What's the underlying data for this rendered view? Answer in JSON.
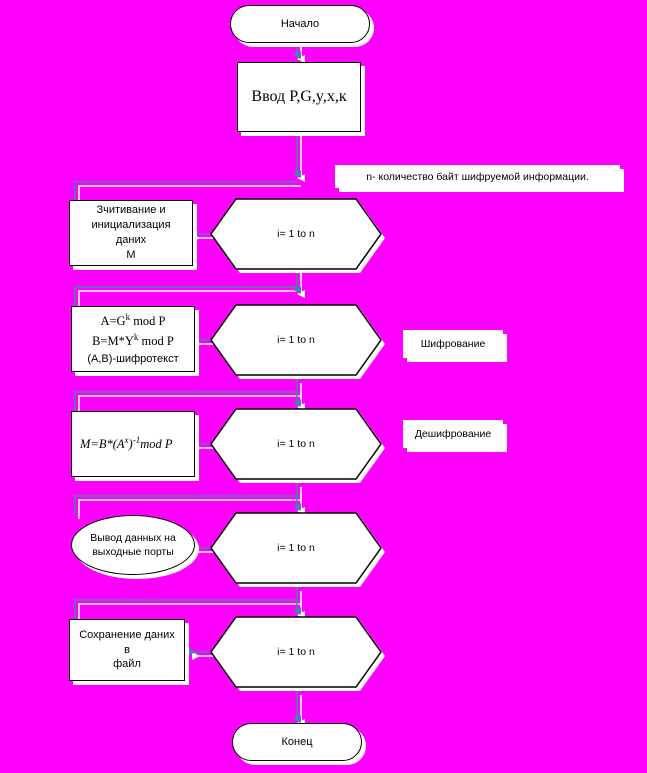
{
  "diagram": {
    "title": "Flowchart - ElGamal encryption/decryption algorithm",
    "background_color": "#FF00FF",
    "node_fill": "#FFFFFF",
    "node_stroke": "#000000",
    "connector_color": "#4682B4",
    "shadow_color": "#FFFFFF"
  },
  "nodes": {
    "start": {
      "label": "Начало",
      "shape": "terminal"
    },
    "input": {
      "label": "Ввод P,G,y,x,к",
      "shape": "process"
    },
    "read_init": {
      "label": "Зчитивание и инициализация даних М",
      "line1": "Зчитивание и",
      "line2": "инициализация даних",
      "line3": "М",
      "shape": "process"
    },
    "encrypt": {
      "line1": "A=G",
      "line1sup": "k",
      "line1rest": " mod P",
      "line2": "B=M*Y",
      "line2sup": "k",
      "line2rest": " mod P",
      "line3": "(A,B)-шифротекст",
      "shape": "process"
    },
    "decrypt": {
      "label": "M=B*(A",
      "sup1": "x",
      "mid": ")",
      "sup2": "-1",
      "rest": "mod P",
      "shape": "process"
    },
    "output_ports": {
      "line1": "Вывод данных на",
      "line2": "выходные порты",
      "shape": "stadium"
    },
    "save_file": {
      "line1": "Сохранение даних в",
      "line2": "файл",
      "shape": "process"
    },
    "end": {
      "label": "Конец",
      "shape": "terminal"
    }
  },
  "loops": [
    {
      "label": "i= 1 to n",
      "id": "loop-1"
    },
    {
      "label": "i= 1 to n",
      "id": "loop-2"
    },
    {
      "label": "i= 1 to n",
      "id": "loop-3"
    },
    {
      "label": "i= 1 to n",
      "id": "loop-4"
    },
    {
      "label": "i= 1 to n",
      "id": "loop-5"
    }
  ],
  "annotations": [
    {
      "id": "annotation-n",
      "label": "n-  количество байт шифруемой информации."
    },
    {
      "id": "annotation-encryption",
      "label": "Шифрование"
    },
    {
      "id": "annotation-decryption",
      "label": "Дешифрование"
    }
  ]
}
